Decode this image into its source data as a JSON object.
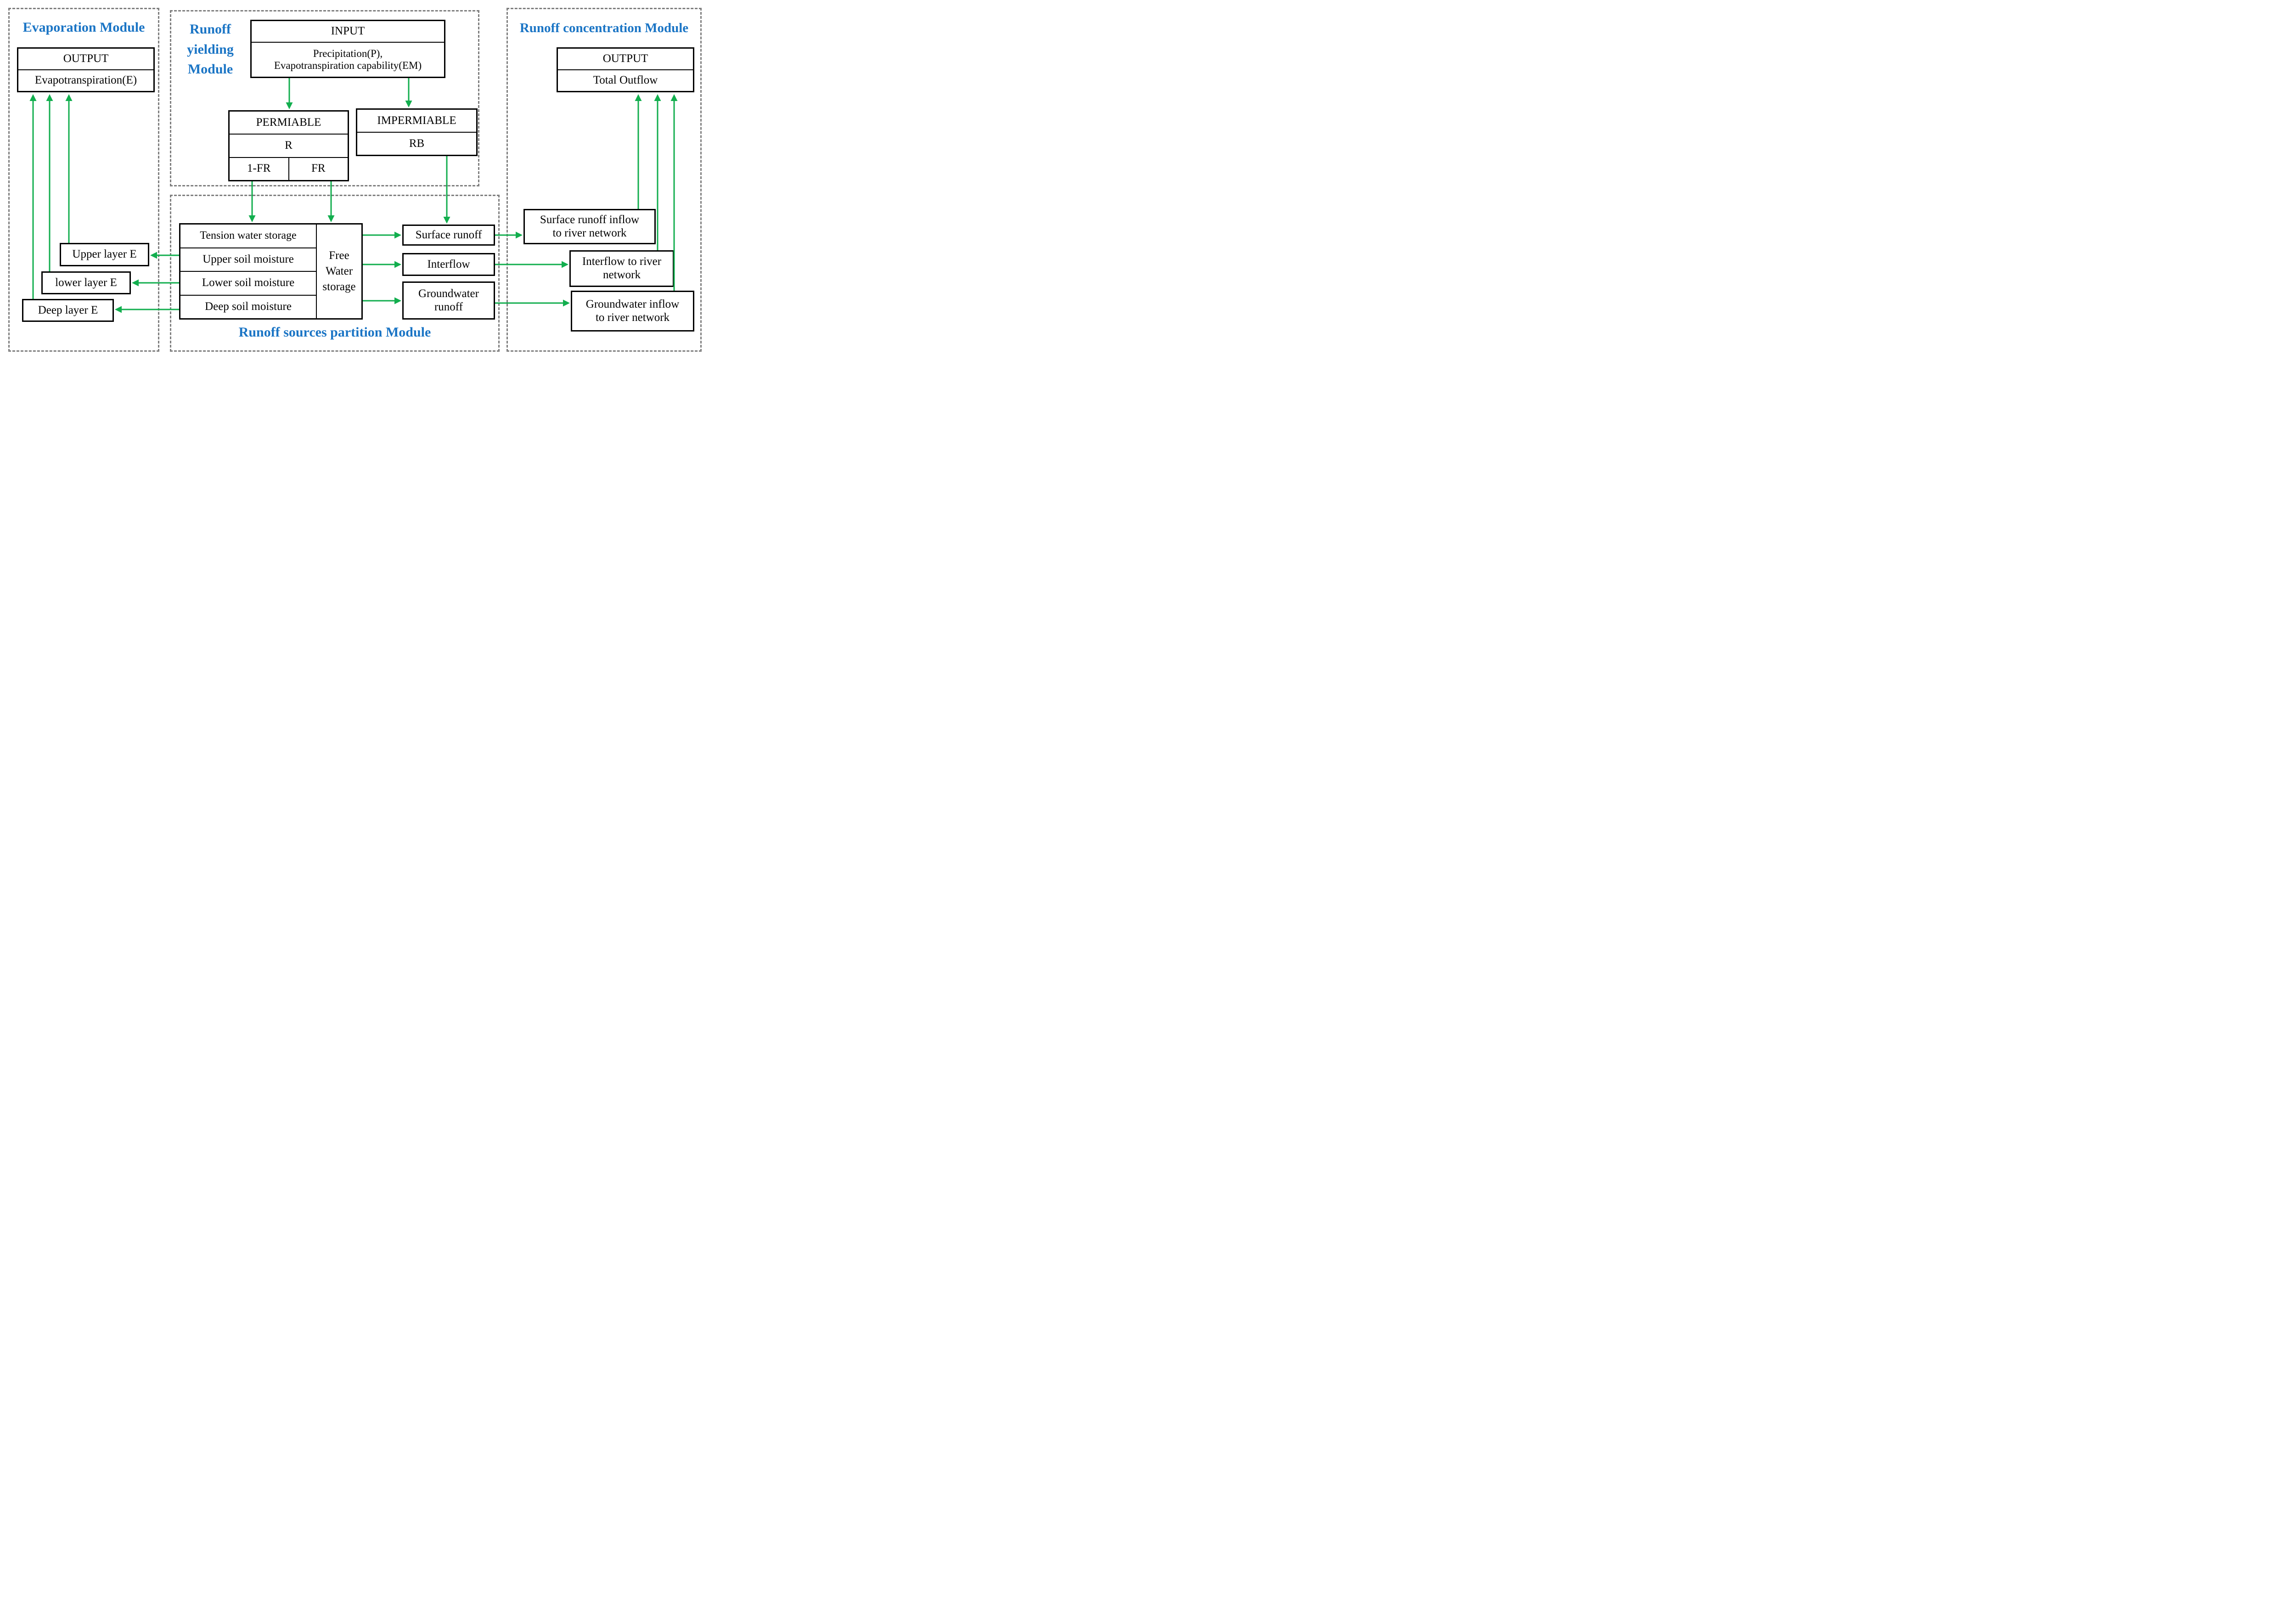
{
  "diagram": {
    "colors": {
      "arrow_green": "#12AE4E",
      "title_blue": "#1B75C5",
      "border_gray": "#7F7F7F",
      "box_border": "#000000"
    },
    "evaporation": {
      "title": "Evaporation Module",
      "output": {
        "header": "OUTPUT",
        "value": "Evapotranspiration(E)"
      },
      "layers": [
        "Upper layer E",
        "lower layer E",
        "Deep layer E"
      ]
    },
    "runoff_yielding": {
      "title_lines": [
        "Runoff",
        "yielding",
        "Module"
      ],
      "input": {
        "header": "INPUT",
        "line1": "Precipitation(P),",
        "line2": "Evapotranspiration capability(EM)"
      },
      "permiable": {
        "header": "PERMIABLE",
        "r": "R",
        "cell_left": "1-FR",
        "cell_right": "FR"
      },
      "impermiable": {
        "header": "IMPERMIABLE",
        "rb": "RB"
      }
    },
    "runoff_sources": {
      "title": "Runoff sources partition Module",
      "storage_rows": [
        "Tension water storage",
        "Upper soil moisture",
        "Lower soil moisture",
        "Deep soil moisture"
      ],
      "free_water_lines": [
        "Free",
        "Water",
        "storage"
      ],
      "surface_runoff": "Surface runoff",
      "interflow": "Interflow",
      "groundwater_lines": [
        "Groundwater",
        "runoff"
      ]
    },
    "runoff_concentration": {
      "title": "Runoff concentration Module",
      "output": {
        "header": "OUTPUT",
        "value": "Total Outflow"
      },
      "surface_inflow_lines": [
        "Surface runoff  inflow",
        "to river network"
      ],
      "interflow_inflow_lines": [
        "Interflow to river",
        "network"
      ],
      "groundwater_inflow_lines": [
        "Groundwater inflow",
        "to river network"
      ]
    }
  }
}
